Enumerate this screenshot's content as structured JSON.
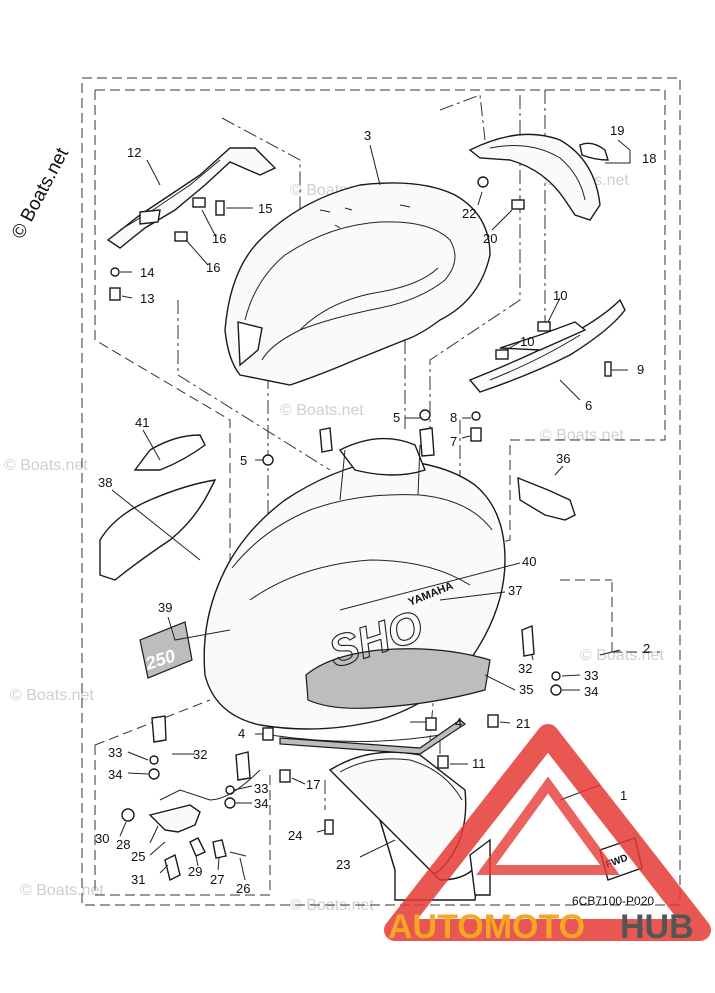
{
  "watermark": {
    "main": "© Boats.net",
    "repeat": "© Boats.net"
  },
  "diagram_code": "6CB7100-P020",
  "brand": {
    "part_a": "AUTOMOTO",
    "part_b": "HUB",
    "color_a": "#f5a623",
    "color_b": "#555555",
    "logo_color": "#e53935"
  },
  "decals": {
    "yamaha": "YAMAHA",
    "model_lower": "250",
    "model_upper": "SHO",
    "fwd": "FWD"
  },
  "callouts": [
    "1",
    "2",
    "3",
    "4",
    "4",
    "5",
    "5",
    "6",
    "7",
    "8",
    "9",
    "10",
    "10",
    "11",
    "12",
    "13",
    "14",
    "15",
    "16",
    "16",
    "17",
    "18",
    "19",
    "20",
    "21",
    "22",
    "23",
    "24",
    "25",
    "26",
    "27",
    "28",
    "29",
    "30",
    "31",
    "32",
    "32",
    "33",
    "33",
    "33",
    "34",
    "34",
    "34",
    "35",
    "36",
    "37",
    "38",
    "39",
    "40",
    "41"
  ]
}
